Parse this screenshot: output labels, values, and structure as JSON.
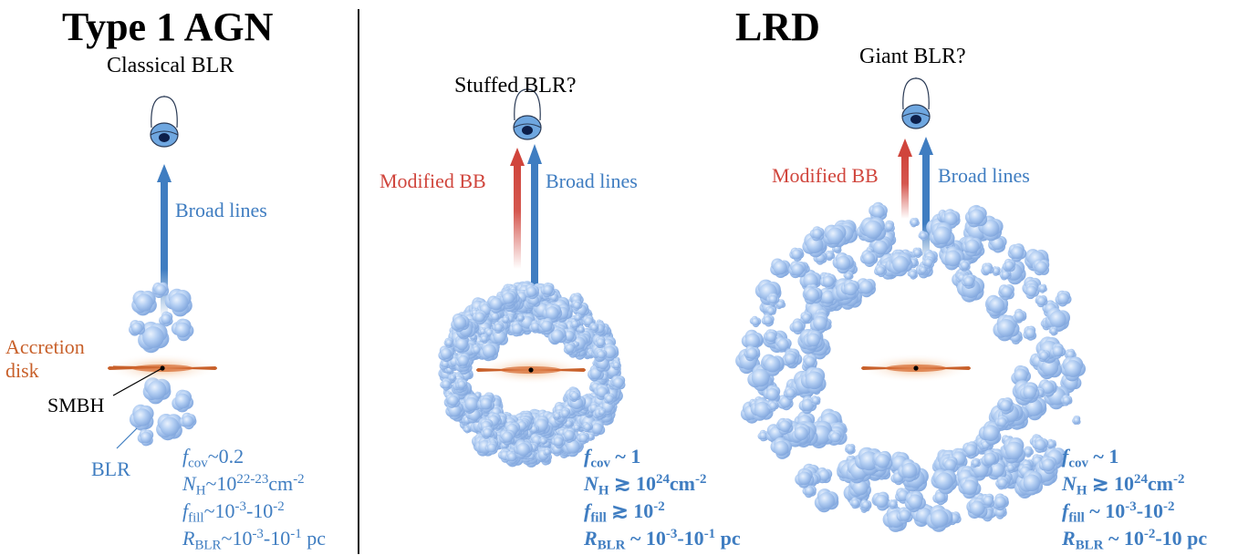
{
  "headers": {
    "agn_title": "Type 1 AGN",
    "agn_subtitle": "Classical BLR",
    "lrd_title": "LRD",
    "stuffed_subtitle": "Stuffed BLR?",
    "giant_subtitle": "Giant BLR?"
  },
  "labels": {
    "broad_lines": "Broad lines",
    "modified_bb": "Modified BB",
    "accretion_disk_line1": "Accretion",
    "accretion_disk_line2": "disk",
    "smbh": "SMBH",
    "blr": "BLR"
  },
  "parameters": {
    "agn": {
      "fcov": "~0.2",
      "nh_val": "~10",
      "nh_exp": "22-23",
      "nh_unit": "cm",
      "nh_unit_exp": "-2",
      "ffill_val": "~10",
      "ffill_exp1": "-3",
      "ffill_mid": "-10",
      "ffill_exp2": "-2",
      "rblr_val": "~10",
      "rblr_exp1": "-3",
      "rblr_mid": "-10",
      "rblr_exp2": "-1",
      "rblr_unit": " pc"
    },
    "stuffed": {
      "fcov": " ~ 1",
      "nh_val": " ≳ 10",
      "nh_exp": "24",
      "nh_unit": "cm",
      "nh_unit_exp": "-2",
      "ffill_val": " ≳ 10",
      "ffill_exp": "-2",
      "rblr_val": " ~ 10",
      "rblr_exp1": "-3",
      "rblr_mid": "-10",
      "rblr_exp2": "-1",
      "rblr_unit": " pc"
    },
    "giant": {
      "fcov": " ~ 1",
      "nh_val": " ≳ 10",
      "nh_exp": "24",
      "nh_unit": "cm",
      "nh_unit_exp": "-2",
      "ffill_val": " ~ 10",
      "ffill_exp1": "-3",
      "ffill_mid": "-10",
      "ffill_exp2": "-2",
      "rblr_val": " ~ 10",
      "rblr_exp1": "-2",
      "rblr_mid": "-10 pc"
    },
    "symbols": {
      "f": "f",
      "cov": "cov",
      "n": "N",
      "h": "H",
      "fill": "fill",
      "r": "R",
      "blr": "BLR"
    }
  },
  "colors": {
    "blue": "#3f7dc1",
    "red": "#d0453c",
    "orange": "#c8602a",
    "cloud": "#a9c6ef",
    "eye": "#6fa7e0"
  },
  "icons": [
    "eye-icon",
    "broad-lines-arrow",
    "modified-bb-arrow",
    "blr-clouds",
    "accretion-disk",
    "smbh-dot"
  ]
}
